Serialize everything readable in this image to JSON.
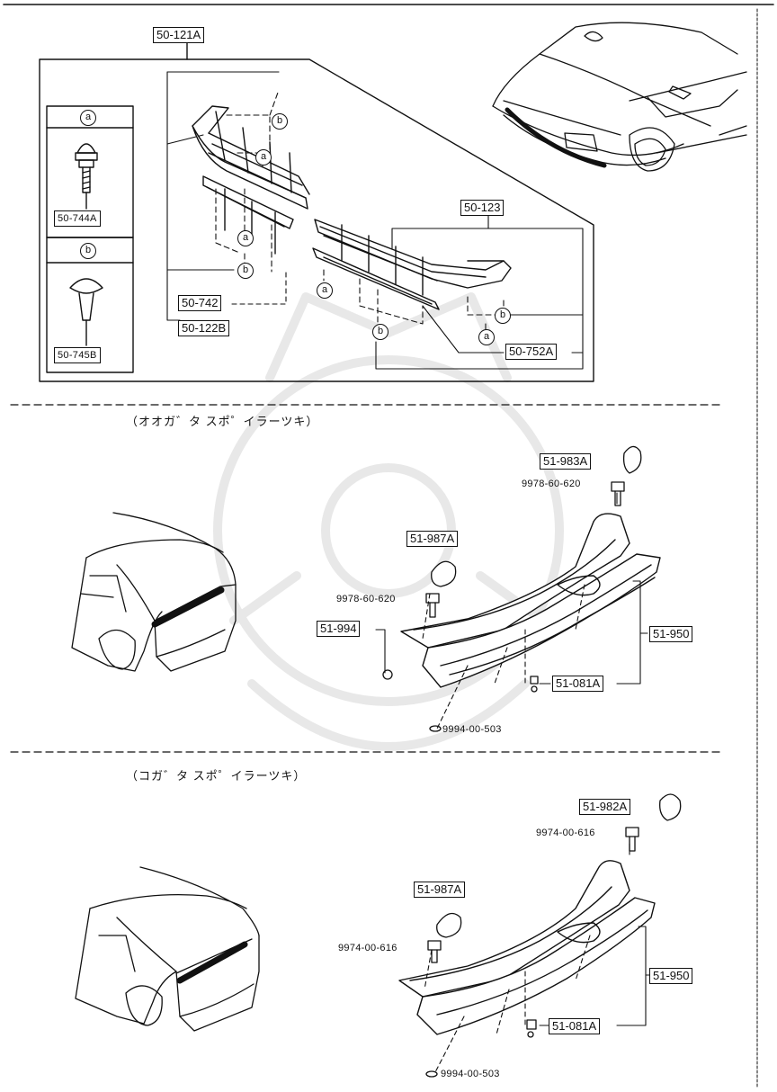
{
  "section_titles": {
    "large_spoiler": "（オオガ゛タ スポ゜イラーツキ）",
    "small_spoiler": "（コガ゛タ スポ゜イラーツキ）"
  },
  "top": {
    "assembly": "50-121A",
    "legend_a_letter": "a",
    "legend_a_part": "50-744A",
    "legend_b_letter": "b",
    "legend_b_part": "50-745B",
    "grille_upper": "50-123",
    "grille_lower_left": "50-742",
    "grille_lower_left_2": "50-122B",
    "grille_lower_right": "50-752A",
    "clip_a": "a",
    "clip_b": "b"
  },
  "middle": {
    "cap_right": "51-983A",
    "bolt_right": "9978-60-620",
    "cap_left": "51-987A",
    "bolt_left": "9978-60-620",
    "spoiler": "51-950",
    "grommet": "51-994",
    "clip": "51-081A",
    "nut": "9994-00-503"
  },
  "bottom": {
    "cap_right": "51-982A",
    "bolt_right": "9974-00-616",
    "cap_left": "51-987A",
    "bolt_left": "9974-00-616",
    "spoiler": "51-950",
    "clip": "51-081A",
    "nut": "9994-00-503"
  }
}
